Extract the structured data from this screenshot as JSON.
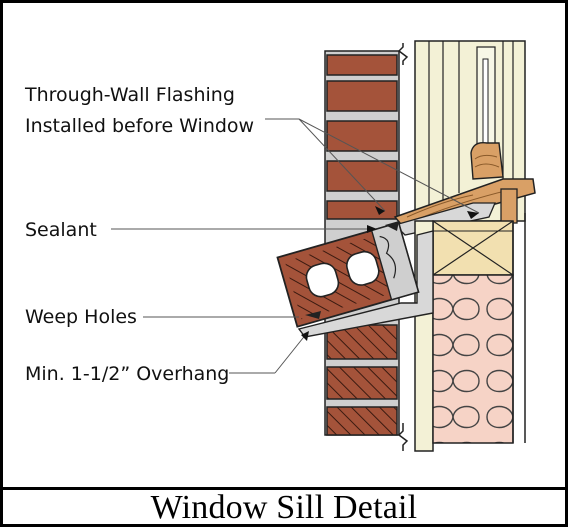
{
  "title": "Window Sill Detail",
  "labels": {
    "flashing_line1": "Through-Wall Flashing",
    "flashing_line2": "Installed before Window",
    "sealant": "Sealant",
    "weep_holes": "Weep Holes",
    "overhang": "Min. 1-1/2” Overhang"
  },
  "colors": {
    "brick": "#a4533a",
    "mortar": "#c8c8c8",
    "wood_sill": "#d9a066",
    "insulation": "#f6d3c6",
    "header_block": "#f2e0b0",
    "frame": "#f3f1d6",
    "flashing": "#d8d8d8"
  }
}
